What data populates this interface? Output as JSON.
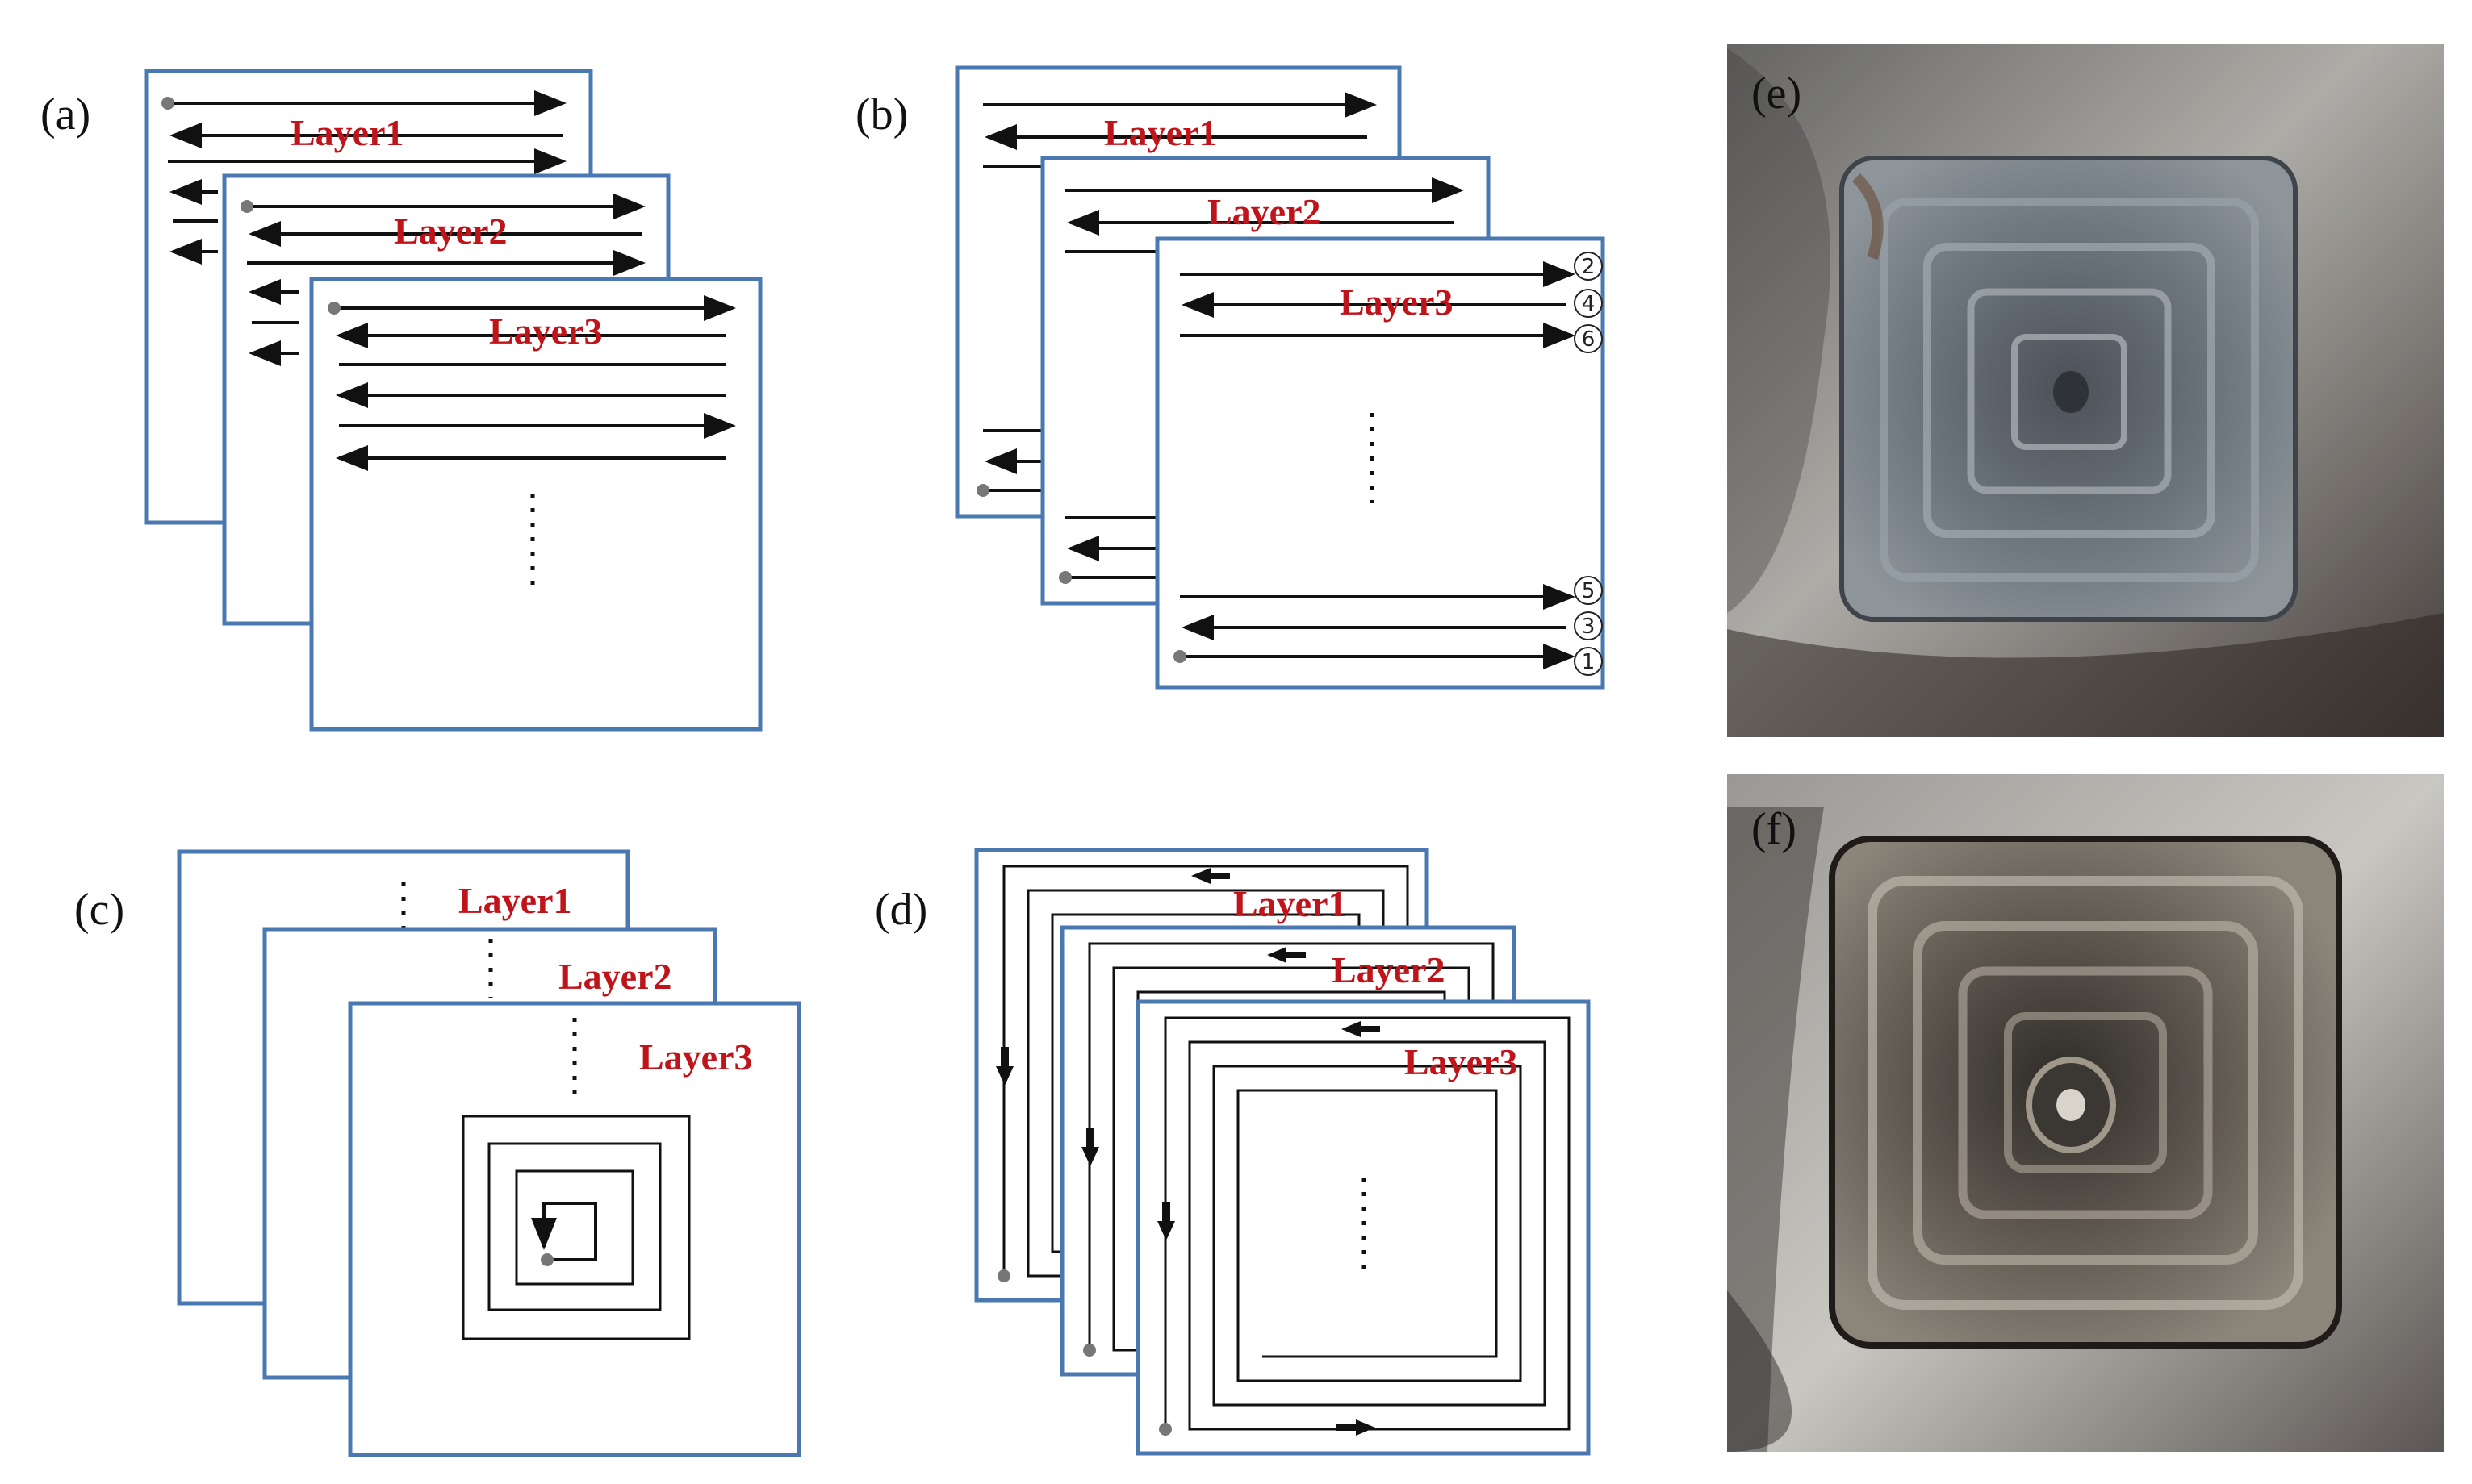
{
  "panels": {
    "a": {
      "label": "(a)",
      "layers": [
        "Layer1",
        "Layer2",
        "Layer3"
      ]
    },
    "b": {
      "label": "(b)",
      "layers": [
        "Layer1",
        "Layer2",
        "Layer3"
      ],
      "order_numbers": [
        "2",
        "4",
        "6",
        "5",
        "3",
        "1"
      ]
    },
    "c": {
      "label": "(c)",
      "layers": [
        "Layer1",
        "Layer2",
        "Layer3"
      ]
    },
    "d": {
      "label": "(d)",
      "layers": [
        "Layer1",
        "Layer2",
        "Layer3"
      ]
    },
    "e": {
      "label": "(e)"
    },
    "f": {
      "label": "(f)"
    }
  },
  "colors": {
    "frame": "#4a78b0",
    "layer_text": "#c0141b",
    "path": "#111111"
  }
}
